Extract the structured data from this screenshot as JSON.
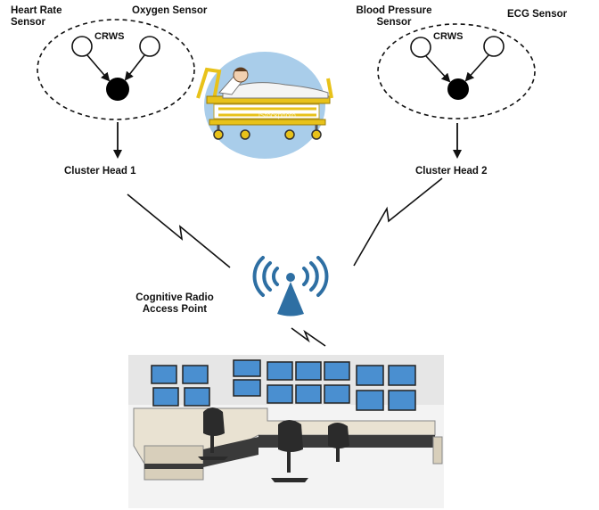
{
  "sensors": {
    "heart_rate": "Heart Rate Sensor",
    "oxygen": "Oxygen Sensor",
    "blood_pressure": "Blood Pressure Sensor",
    "ecg": "ECG Sensor"
  },
  "clusters": [
    {
      "crws_label": "CRWS",
      "head_label": "Cluster Head 1"
    },
    {
      "crws_label": "CRWS",
      "head_label": "Cluster Head 2"
    }
  ],
  "access_point": {
    "label": "Cognitive Radio Access Point"
  },
  "patient_image": {
    "watermark": "iStockphoto"
  },
  "colors": {
    "ink": "#111111",
    "patient_circle": "#a9cdea",
    "bed_frame": "#e8c21a",
    "antenna": "#2e6fa3",
    "desk_top": "#e9e2d2",
    "desk_panel": "#3a3a3a",
    "screen": "#4a8fd0"
  },
  "icons": [
    "antenna-icon",
    "patient-bed-icon",
    "control-room-icon",
    "lightning-link-icon"
  ]
}
